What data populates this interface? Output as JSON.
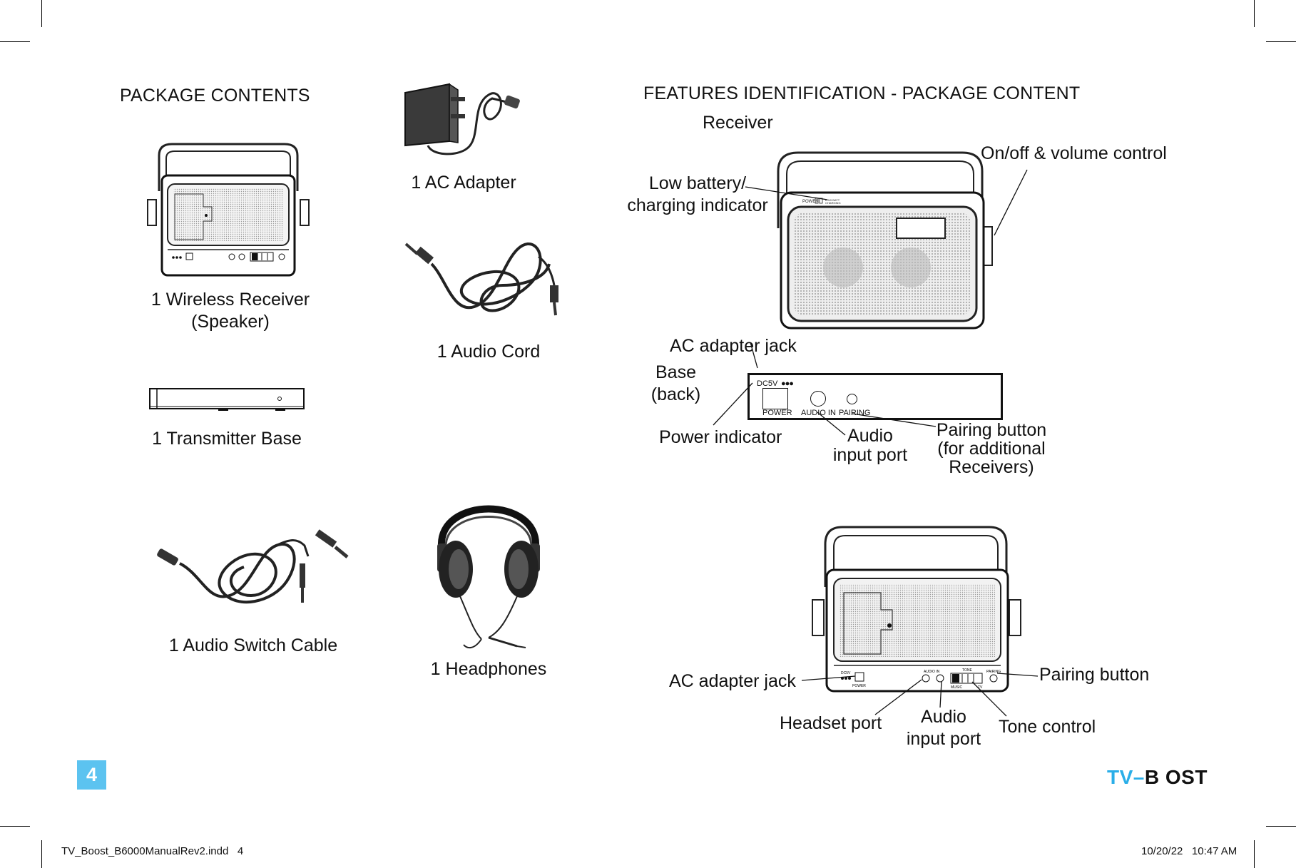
{
  "left_section": {
    "heading": "PACKAGE CONTENTS",
    "items": {
      "receiver": "1 Wireless Receiver\n(Speaker)",
      "ac_adapter": "1 AC Adapter",
      "audio_cord": "1 Audio Cord",
      "transmitter": "1 Transmitter Base",
      "switch_cable": "1 Audio Switch Cable",
      "headphones": "1 Headphones"
    }
  },
  "right_section": {
    "heading": "FEATURES IDENTIFICATION - PACKAGE CONTENT",
    "receiver_label": "Receiver",
    "callouts": {
      "onoff": "On/off & volume control",
      "low_battery": "Low battery/\ncharging indicator",
      "ac_jack_top": "AC adapter jack",
      "base_back": "Base\n(back)",
      "power_indicator": "Power indicator",
      "audio_input_base": "Audio\ninput port",
      "pairing_base": "Pairing button\n(for additional\nReceivers)",
      "ac_jack_bottom": "AC adapter jack",
      "pairing_bottom": "Pairing button",
      "headset_port": "Headset port",
      "audio_input_bottom": "Audio\ninput port",
      "tone_control": "Tone control"
    },
    "base_panel": {
      "dc": "DC5V",
      "power": "POWER",
      "audio_in": "AUDIO IN",
      "pairing": "PAIRING"
    }
  },
  "page_number": "4",
  "logo": {
    "prefix": "TV–",
    "suffix": "B OST"
  },
  "footer": {
    "file": "TV_Boost_B6000ManualRev2.indd   4",
    "datetime": "10/20/22   10:47 AM"
  },
  "colors": {
    "accent": "#5cc3f0",
    "logo_blue": "#2aaee8"
  }
}
